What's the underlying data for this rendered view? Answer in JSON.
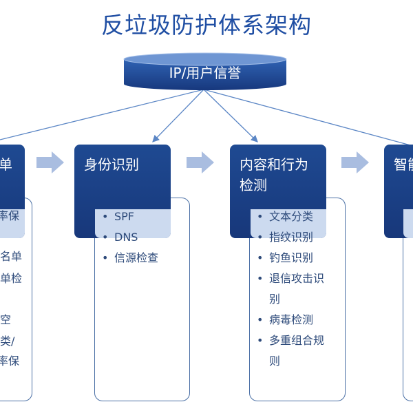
{
  "title": "反垃圾防护体系架构",
  "top_node": {
    "label": "IP/用户信誉"
  },
  "columns": [
    {
      "header_fragment": "单",
      "item_fragments": [
        "率保",
        "名单",
        "单检",
        "空",
        "类/",
        "率保"
      ]
    },
    {
      "header_line1": "身份识别",
      "items": [
        "SPF",
        "DNS",
        "信源检查"
      ]
    },
    {
      "header_line1": "内容和行为",
      "header_line2": "检测",
      "items": [
        "文本分类",
        "指纹识别",
        "钓鱼识别",
        "退信攻击识",
        "别",
        "病毒检测",
        "多重组合规",
        "则"
      ]
    },
    {
      "header_fragment": "智能"
    }
  ],
  "colors": {
    "title": "#1f4ea3",
    "header": "#1f4a92",
    "arrow": "#a9bde0",
    "connector": "#5b86c5"
  }
}
